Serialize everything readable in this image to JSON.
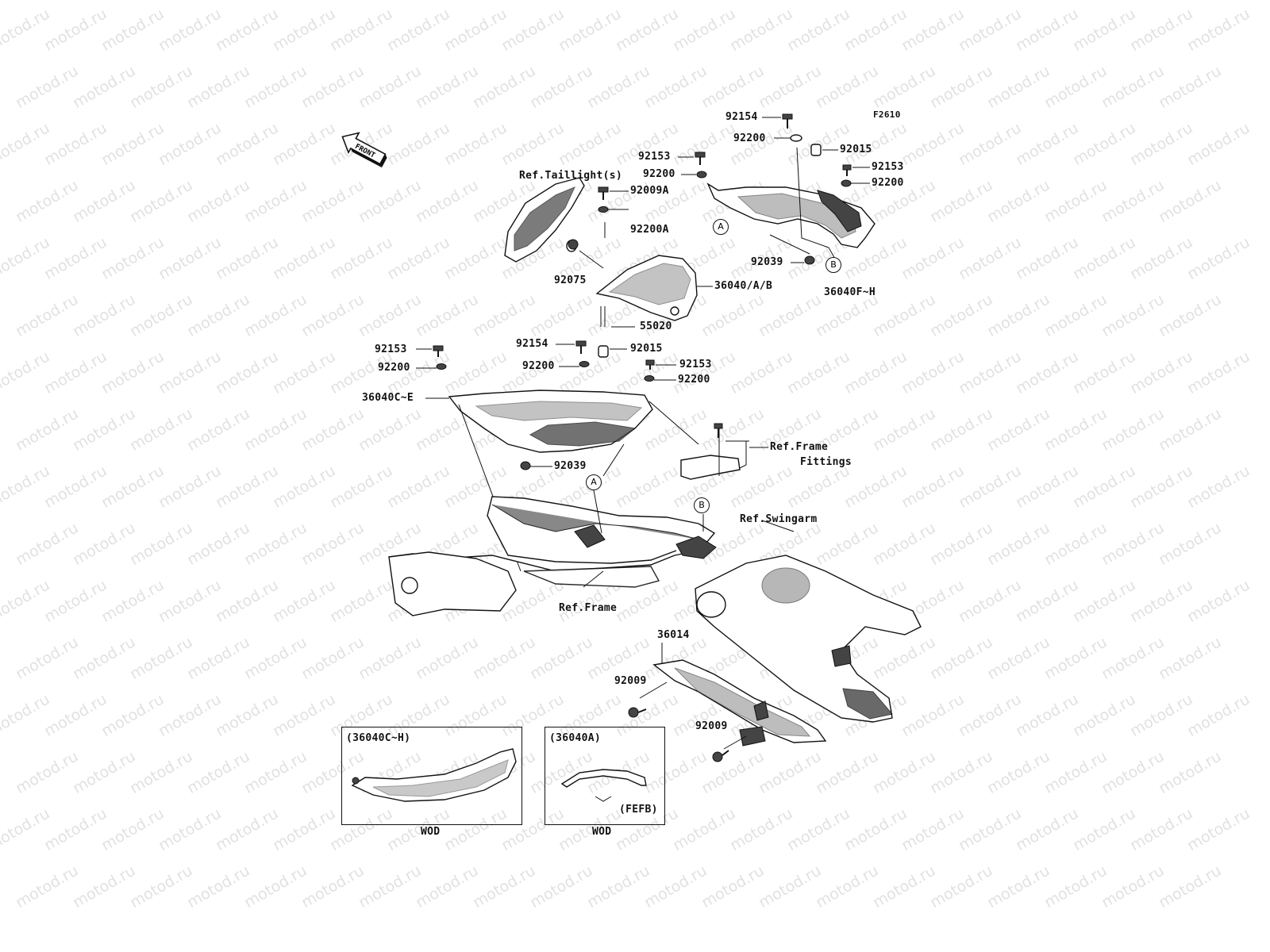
{
  "diagram_code": "F2610",
  "front_label": "FRONT",
  "watermark": "motod.ru",
  "refs": {
    "taillight": "Ref.Taillight(s)",
    "frame_fittings_1": "Ref.Frame",
    "frame_fittings_2": "Fittings",
    "swingarm": "Ref.Swingarm",
    "frame": "Ref.Frame"
  },
  "parts": {
    "p92154_top": "92154",
    "p92200_top": "92200",
    "p92015_top": "92015",
    "p92153_a": "92153",
    "p92200_a": "92200",
    "p92153_b": "92153",
    "p92200_b": "92200",
    "p92009A": "92009A",
    "p92200A": "92200A",
    "p92039_top": "92039",
    "p36040FH": "36040F~H",
    "p92075": "92075",
    "p36040AB": "36040/A/B",
    "p55020": "55020",
    "p92154_mid": "92154",
    "p92015_mid": "92015",
    "p92153_left": "92153",
    "p92200_left": "92200",
    "p92200_mid": "92200",
    "p92153_right": "92153",
    "p92200_right": "92200",
    "p36040CE": "36040C~E",
    "p92039_mid": "92039",
    "p36014": "36014",
    "p92009_a": "92009",
    "p92009_b": "92009"
  },
  "callouts": {
    "a_top": "A",
    "b_top": "B",
    "a_frame": "A",
    "b_frame": "B"
  },
  "inset_left": {
    "title": "(36040C~H)",
    "footer": "WOD"
  },
  "inset_right": {
    "title": "(36040A)",
    "note": "(FEFB)",
    "footer": "WOD"
  }
}
